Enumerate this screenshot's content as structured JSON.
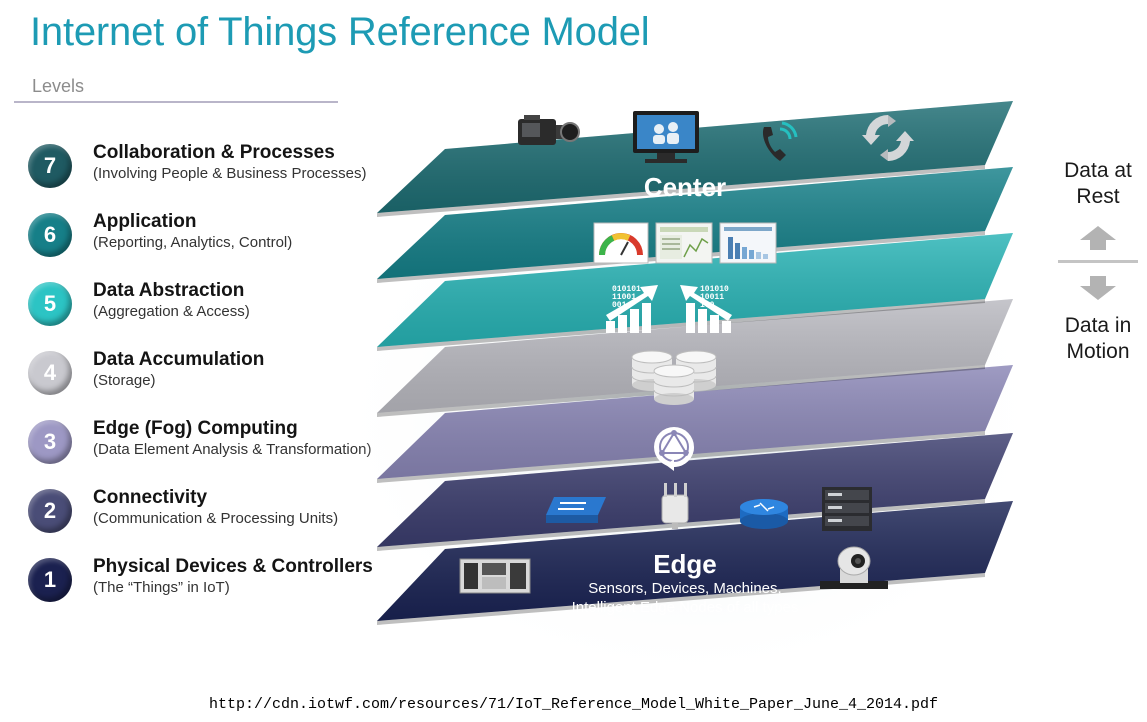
{
  "title": "Internet of Things Reference Model",
  "levels_label": "Levels",
  "levels": [
    {
      "number": "7",
      "name": "Collaboration & Processes",
      "sub": "(Involving People & Business Processes)",
      "color": "#1f5a62"
    },
    {
      "number": "6",
      "name": "Application",
      "sub": "(Reporting, Analytics, Control)",
      "color": "#167f88"
    },
    {
      "number": "5",
      "name": "Data Abstraction",
      "sub": "(Aggregation & Access)",
      "color": "#2cc4c4"
    },
    {
      "number": "4",
      "name": "Data Accumulation",
      "sub": "(Storage)",
      "color": "#c9c9cf"
    },
    {
      "number": "3",
      "name": "Edge (Fog) Computing",
      "sub": "(Data Element Analysis & Transformation)",
      "color": "#9d98c4"
    },
    {
      "number": "2",
      "name": "Connectivity",
      "sub": "(Communication & Processing Units)",
      "color": "#4a4d77"
    },
    {
      "number": "1",
      "name": "Physical Devices & Controllers",
      "sub": "(The “Things” in IoT)",
      "color": "#1b2150"
    }
  ],
  "diagram": {
    "center_label": "Center",
    "edge_label": "Edge",
    "edge_sub_1": "Sensors, Devices, Machines,",
    "edge_sub_2": "Intelligent Edge Nodes of all types",
    "binary_left": [
      "010101",
      "11001",
      "001"
    ],
    "binary_right": [
      "101010",
      "10011",
      "100"
    ],
    "layer_colors": [
      "#1a2354",
      "#3b3d6e",
      "#8a86b6",
      "#b9b9c0",
      "#27b3b5",
      "#158089",
      "#1d6d73"
    ],
    "icons": [
      "video-camera-icon",
      "monitor-icon",
      "phone-icon",
      "sync-icon",
      "gauge-icon",
      "dashboard-icon",
      "bar-report-icon",
      "data-up-icon",
      "data-down-icon",
      "database-icon",
      "fog-compute-icon",
      "switch-icon",
      "access-point-icon",
      "router-icon",
      "server-rack-icon",
      "controller-icon",
      "ptz-camera-icon"
    ]
  },
  "right": {
    "top_line1": "Data at",
    "top_line2": "Rest",
    "bottom_line1": "Data in",
    "bottom_line2": "Motion"
  },
  "source_url": "http://cdn.iotwf.com/resources/71/IoT_Reference_Model_White_Paper_June_4_2014.pdf"
}
